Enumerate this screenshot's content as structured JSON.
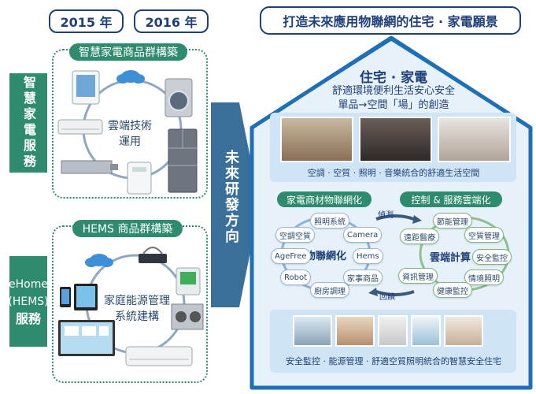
{
  "years": {
    "y2015": "2015 年",
    "y2016": "2016 年"
  },
  "vision_title": "打造未來應用物聯網的住宅 · 家電願景",
  "left": {
    "smart_home": {
      "sidebar": "智慧家電服務",
      "header": "智慧家電商品群構築",
      "center_text": [
        "雲端技術",
        "運用"
      ]
    },
    "hems": {
      "sidebar": [
        "eHome",
        "(HEMS)",
        "服務"
      ],
      "header": "HEMS 商品群構築",
      "center_text": [
        "家庭能源管理",
        "系統建構"
      ]
    }
  },
  "arrow_text": "未來研發方向",
  "house": {
    "title": "住宅 · 家電",
    "subtitle1": "舒適環境便利生活安心安全",
    "subtitle2": "單品→空間「場」的創造",
    "top_caption": "空調 · 空質 · 照明 · 音樂統合的舒適生活空間",
    "left_header": "家電商材物聯網化",
    "right_header": "控制 & 服務雲端化",
    "left_center": "物聯網化",
    "right_center": "雲端計算",
    "left_nodes": [
      "照明系統",
      "空調空質",
      "Camera",
      "AgeFree",
      "Hems",
      "Robot",
      "家事商品",
      "廚房調理"
    ],
    "right_nodes": [
      "節能管理",
      "遠距醫療",
      "空質管理",
      "安全監控",
      "資訊管理",
      "情境照明",
      "健康監控"
    ],
    "link_top": "偵測",
    "link_bottom": "回饋",
    "bottom_caption": "安全監控 · 能源管理 · 舒適空質照明統合的智慧安全住宅"
  },
  "colors": {
    "navy": "#1f3f7a",
    "green": "#2e8b6e",
    "house_bg": "#e6f1fa",
    "panel_bg": "#cfe4f4"
  }
}
